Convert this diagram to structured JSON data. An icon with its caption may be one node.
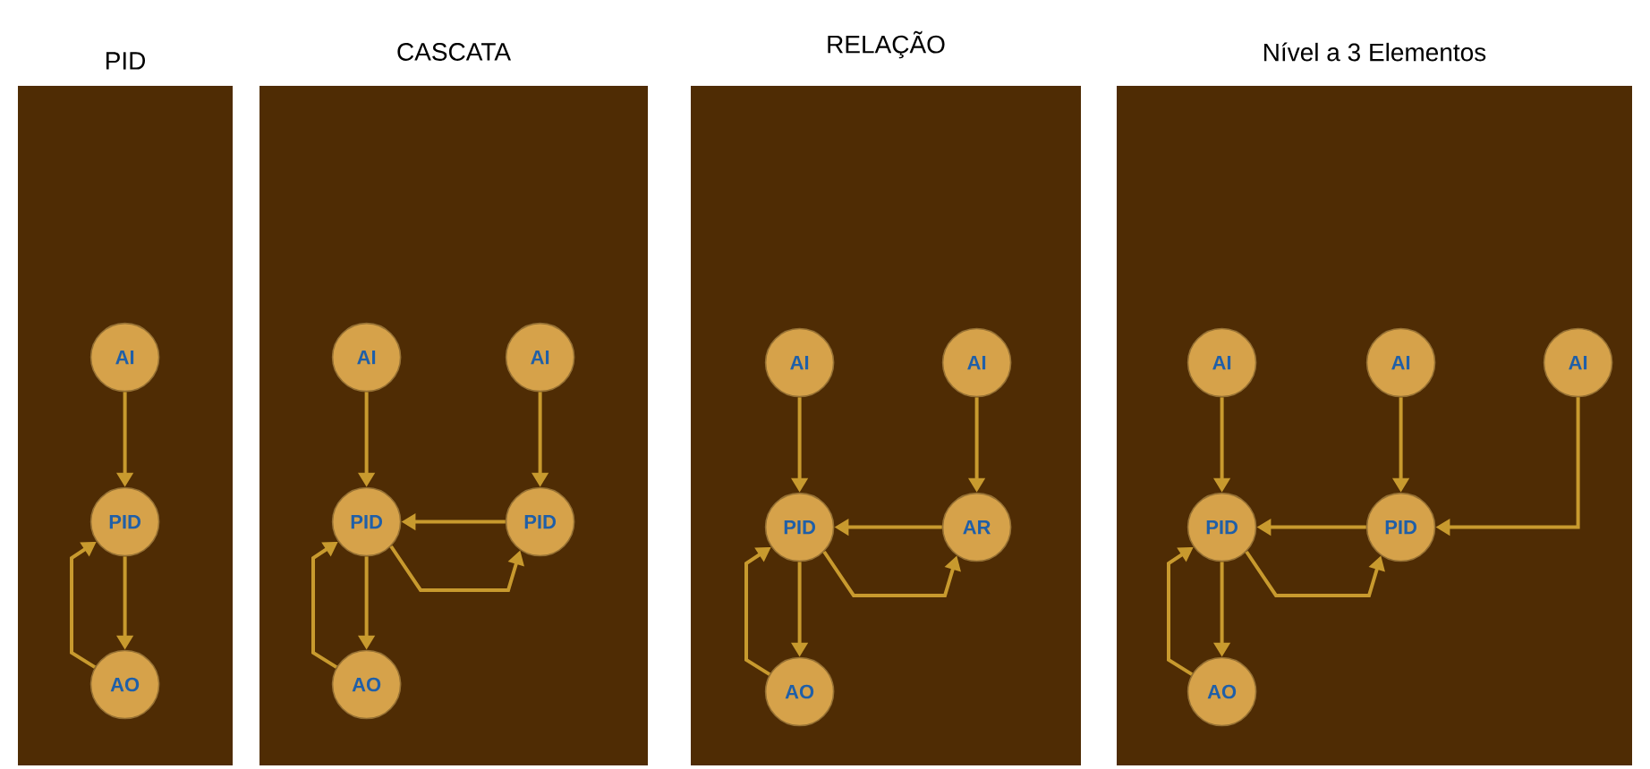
{
  "diagram": {
    "nodes": [
      {
        "text": [
          "PID"
        ]
      },
      {
        "text": [
          "AI"
        ],
        "in": 0
      },
      {
        "text": [
          "PID"
        ],
        "in": 0
      },
      {
        "text": [
          "AO"
        ],
        "in": 0
      },
      {
        "text": [
          "CASCATA"
        ]
      },
      {
        "text": [
          "AI"
        ],
        "in": 4
      },
      {
        "text": [
          "AI"
        ],
        "in": 4
      },
      {
        "text": [
          "PID"
        ],
        "in": 4
      },
      {
        "text": [
          "PID"
        ],
        "in": 4
      },
      {
        "text": [
          "AO"
        ],
        "in": 4
      },
      {
        "text": [
          "RELAÇÃO"
        ]
      },
      {
        "text": [
          "AI"
        ],
        "in": 10
      },
      {
        "text": [
          "AI"
        ],
        "in": 10
      },
      {
        "text": [
          "PID"
        ],
        "in": 10
      },
      {
        "text": [
          "AR"
        ],
        "in": 10
      },
      {
        "text": [
          "AO"
        ],
        "in": 10
      },
      {
        "text": [
          "Nível a 3 Elementos"
        ]
      },
      {
        "text": [
          "AI"
        ],
        "in": 16
      },
      {
        "text": [
          "AI"
        ],
        "in": 16
      },
      {
        "text": [
          "AI"
        ],
        "in": 16
      },
      {
        "text": [
          "PID"
        ],
        "in": 16
      },
      {
        "text": [
          "PID"
        ],
        "in": 16
      },
      {
        "text": [
          "AO"
        ],
        "in": 16
      }
    ],
    "edges": [
      {
        "from": 1,
        "to": 2,
        "arrow": "to"
      },
      {
        "from": 2,
        "to": 3,
        "arrow": "to"
      },
      {
        "from": 3,
        "to": 2,
        "arrow": "to"
      },
      {
        "from": 5,
        "to": 7,
        "arrow": "to"
      },
      {
        "from": 6,
        "to": 8,
        "arrow": "to"
      },
      {
        "from": 8,
        "to": 7,
        "arrow": "to"
      },
      {
        "from": 7,
        "to": 8,
        "arrow": "to"
      },
      {
        "from": 7,
        "to": 9,
        "arrow": "to"
      },
      {
        "from": 9,
        "to": 7,
        "arrow": "to"
      },
      {
        "from": 11,
        "to": 13,
        "arrow": "to"
      },
      {
        "from": 12,
        "to": 14,
        "arrow": "to"
      },
      {
        "from": 14,
        "to": 13,
        "arrow": "to"
      },
      {
        "from": 13,
        "to": 14,
        "arrow": "to"
      },
      {
        "from": 13,
        "to": 15,
        "arrow": "to"
      },
      {
        "from": 15,
        "to": 13,
        "arrow": "to"
      },
      {
        "from": 17,
        "to": 20,
        "arrow": "to"
      },
      {
        "from": 18,
        "to": 21,
        "arrow": "to"
      },
      {
        "from": 19,
        "to": 21,
        "arrow": "to"
      },
      {
        "from": 21,
        "to": 20,
        "arrow": "to"
      },
      {
        "from": 20,
        "to": 21,
        "arrow": "to"
      },
      {
        "from": 20,
        "to": 22,
        "arrow": "to"
      },
      {
        "from": 22,
        "to": 20,
        "arrow": "to"
      }
    ]
  }
}
